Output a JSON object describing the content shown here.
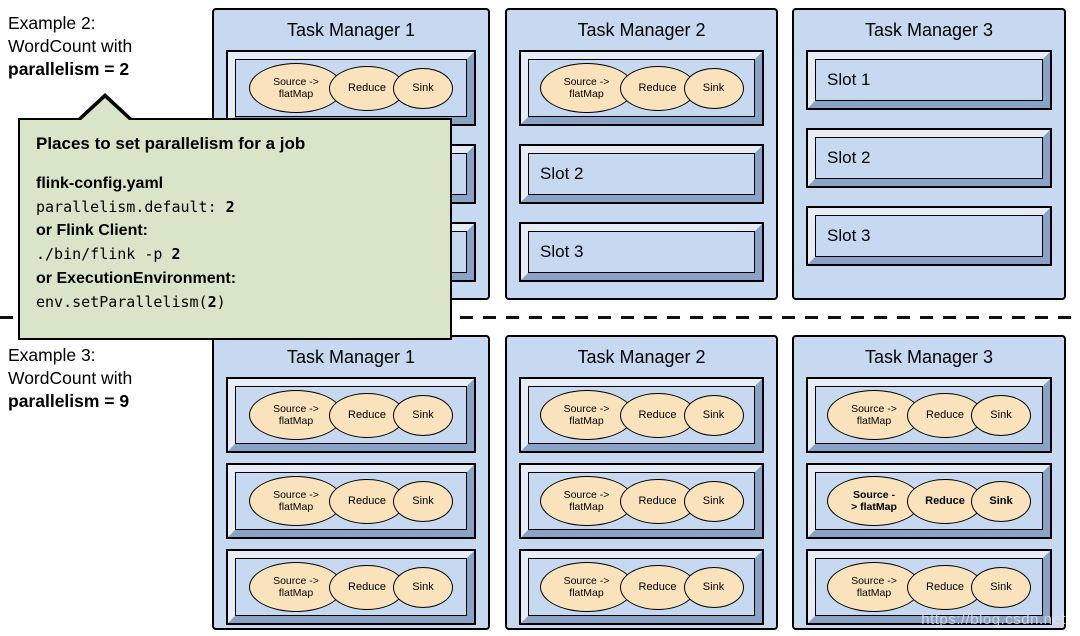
{
  "colors": {
    "task_manager_bg": "#c6d9f0",
    "slot_bg": "#c6d9f0",
    "operator_oval_bg": "#fae3bc",
    "callout_bg": "#d9e5c8",
    "line_color": "#000000"
  },
  "example2": {
    "line1": "Example 2:",
    "line2": "WordCount with",
    "line3": "parallelism = 2"
  },
  "example3": {
    "line1": "Example 3:",
    "line2": "WordCount with",
    "line3": "parallelism = 9"
  },
  "callout": {
    "title": "Places to set parallelism for a job",
    "config_file_label": "flink-config.yaml",
    "config_code": "parallelism.default: ",
    "config_value": "2",
    "client_label": "or Flink Client:",
    "client_code": "./bin/flink -p ",
    "client_value": "2",
    "env_label": "or ExecutionEnvironment:",
    "env_code_pre": "env.setParallelism(",
    "env_value": "2",
    "env_code_post": ")"
  },
  "top_row": [
    {
      "title": "Task Manager 1"
    },
    {
      "title": "Task Manager 2",
      "slot2_label": "Slot 2",
      "slot3_label": "Slot 3"
    },
    {
      "title": "Task Manager 3",
      "slot1_label": "Slot 1",
      "slot2_label": "Slot 2",
      "slot3_label": "Slot 3"
    }
  ],
  "bottom_row": [
    {
      "title": "Task Manager 1"
    },
    {
      "title": "Task Manager 2"
    },
    {
      "title": "Task Manager 3"
    }
  ],
  "oval": {
    "source_line1": "Source ->",
    "source_line2": "flatMap",
    "reduce": "Reduce",
    "sink": "Sink"
  },
  "oval_bold": {
    "source_line1": "Source -",
    "source_line2": "> flatMap",
    "reduce": "Reduce",
    "sink": "Sink"
  },
  "watermark": "https://blog.csdn.net"
}
